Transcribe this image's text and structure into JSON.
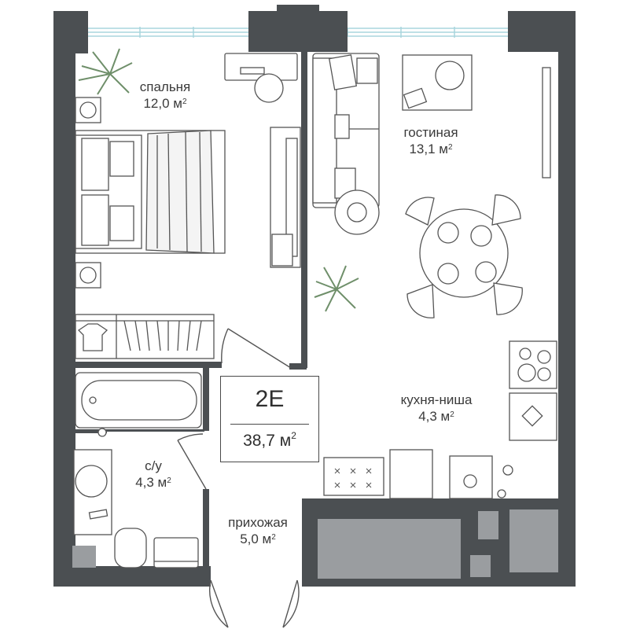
{
  "unit": {
    "code": "2E",
    "total_area": "38,7",
    "area_unit": "м",
    "area_unit_power": "2"
  },
  "rooms": {
    "bedroom": {
      "name": "спальня",
      "area": "12,0 м"
    },
    "living": {
      "name": "гостиная",
      "area": "13,1 м"
    },
    "kitchen": {
      "name": "кухня-ниша",
      "area": "4,3 м"
    },
    "bathroom": {
      "name": "с/у",
      "area": "4,3 м"
    },
    "hallway": {
      "name": "прихожая",
      "area": "5,0 м"
    }
  },
  "colors": {
    "wall": "#4b4f52",
    "window": "#a9d5dd",
    "furniture_stroke": "#555555",
    "storage_fill": "#9a9da0",
    "plant": "#6f8f6a"
  }
}
